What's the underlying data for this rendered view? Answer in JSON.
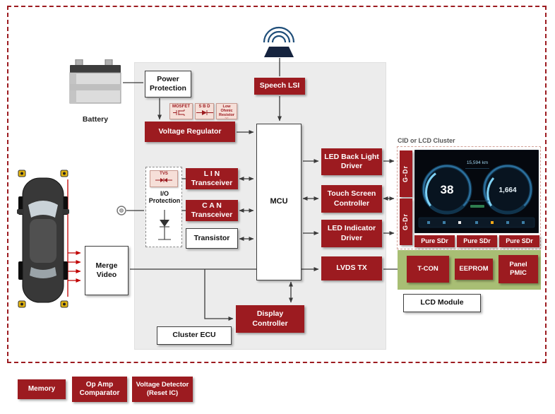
{
  "colors": {
    "accent_red": "#9C1B20",
    "panel_gray": "#ECECEC",
    "board_green": "#A8BE74",
    "component_pink": "#F6DFD8",
    "screen_blue": "#4FB3E8"
  },
  "battery": {
    "label": "Battery"
  },
  "ecu_panel": {
    "power_protection": "Power\nProtection",
    "voltage_regulator": "Voltage Regulator",
    "mosfet": "MOSFET",
    "sbd": "S B D",
    "low_ohmic_resistor": "Low Ohmic\nResistor",
    "tvs": "TVS",
    "io_protection": "I/O\nProtection",
    "lin_transceiver": "L I N\nTransceiver",
    "can_transceiver": "C A N\nTransceiver",
    "transistor": "Transistor",
    "mcu": "MCU",
    "merge_video": "Merge\nVideo",
    "speech_lsi": "Speech LSI",
    "display_controller": "Display\nController",
    "cluster_ecu": "Cluster ECU",
    "led_backlight_driver": "LED Back Light\nDriver",
    "touch_screen_controller": "Touch Screen\nController",
    "led_indicator_driver": "LED Indicator\nDriver",
    "lvds_tx": "LVDS TX"
  },
  "cluster": {
    "title": "CID or LCD Cluster",
    "g_dr_1": "G-Dr",
    "g_dr_2": "G-Dr",
    "pure_sdr_1": "Pure SDr",
    "pure_sdr_2": "Pure SDr",
    "pure_sdr_3": "Pure SDr",
    "t_con": "T-CON",
    "eeprom": "EEPROM",
    "panel_pmic": "Panel\nPMIC",
    "lcd_module": "LCD Module",
    "screen": {
      "speed_value": "38",
      "right_gauge_value": "1,664",
      "odometer": "15,594 km"
    }
  },
  "bottom_chips": {
    "memory": "Memory",
    "op_amp": "Op Amp\nComparator",
    "voltage_detector": "Voltage Detector\n(Reset IC)"
  }
}
